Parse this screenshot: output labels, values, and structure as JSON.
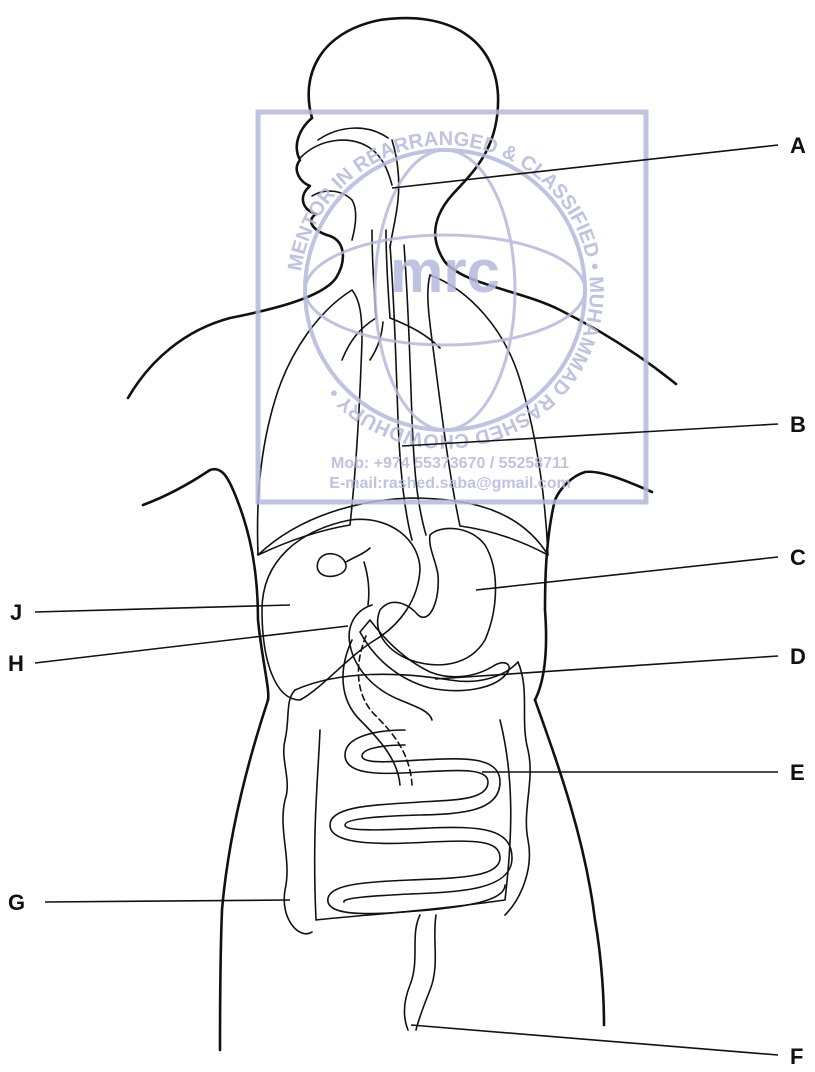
{
  "labels": {
    "A": "A",
    "B": "B",
    "C": "C",
    "D": "D",
    "E": "E",
    "F": "F",
    "G": "G",
    "H": "H",
    "J": "J"
  },
  "watermark": {
    "logo": "mrc",
    "ring_text": "MENTOR IN REARRANGED & CLASSIFIED • MUHAMMAD RASHED CHOWDHURY •",
    "mobile": "Mob:  +974 55373670 / 55258711",
    "email": "E-mail:rashed.saba@gmail.com",
    "color": "#b4b8dc"
  },
  "colors": {
    "line": "#111111",
    "background": "#ffffff"
  }
}
